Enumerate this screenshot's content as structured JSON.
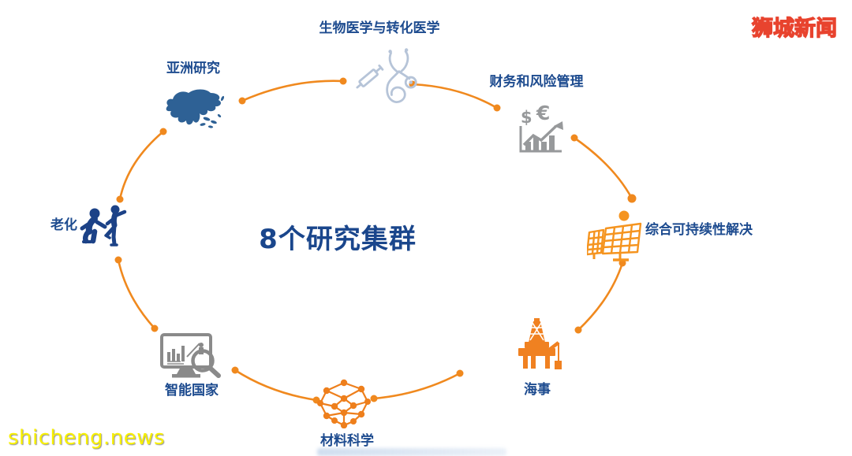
{
  "page": {
    "background": "#ffffff"
  },
  "watermarks": {
    "site_logo": {
      "text": "狮城新闻",
      "fill": "#ffee00",
      "outline": "#e8432e"
    },
    "site_url": {
      "text": "shicheng.news",
      "color": "#f8f000"
    }
  },
  "diagram": {
    "title": "8个研究集群",
    "title_color": "#1a468c",
    "label_color": "#1d4b8f",
    "connector_color": "#f0891e",
    "layout": "circular-cycle",
    "clusters": [
      {
        "label": "生物医学与转化医学",
        "icon": "stethoscope-icon",
        "icon_color": "#b6c4d8"
      },
      {
        "label": "财务和风险管理",
        "icon": "finance-chart-icon",
        "icon_color": "#97999b"
      },
      {
        "label": "综合可持续性解决",
        "icon": "solar-panel-icon",
        "icon_color": "#f5941f"
      },
      {
        "label": "海事",
        "icon": "oil-rig-icon",
        "icon_color": "#f08121"
      },
      {
        "label": "材料科学",
        "icon": "molecule-icon",
        "icon_color": "#ee7f1c"
      },
      {
        "label": "智能国家",
        "icon": "monitor-search-icon",
        "icon_color": "#8a8a8a"
      },
      {
        "label": "老化",
        "icon": "elderly-people-icon",
        "icon_color": "#1c4287"
      },
      {
        "label": "亚洲研究",
        "icon": "asia-map-icon",
        "icon_color": "#2e6195"
      }
    ]
  }
}
